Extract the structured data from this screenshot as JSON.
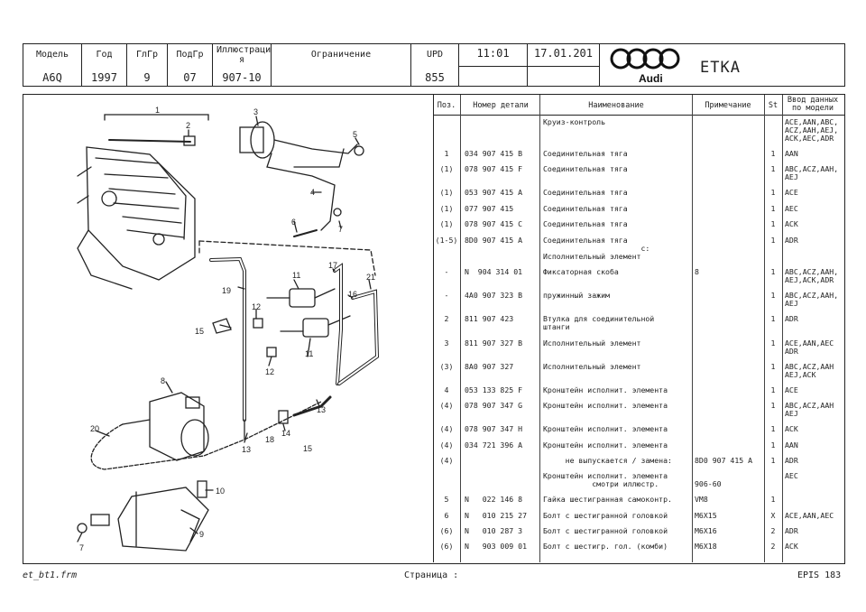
{
  "header": {
    "model_label": "Модель",
    "model_value": "A6Q",
    "year_label": "Год",
    "year_value": "1997",
    "glgr_label": "ГлГр",
    "glgr_value": "9",
    "podgr_label": "ПодГр",
    "podgr_value": "07",
    "illus_label": "Иллюстраци я",
    "illus_value": "907-10",
    "restr_label": "Ограничение",
    "restr_value": "",
    "upd_label": "UPD",
    "upd_value": "855",
    "time": "11:01",
    "date": "17.01.201",
    "logo_text": "Audi",
    "app_name": "ETKA"
  },
  "table": {
    "headers": {
      "pos": "Поз.",
      "part": "Номер детали",
      "name": "Наименование",
      "note": "Примечание",
      "st": "St",
      "models": "Ввод данных по модели"
    },
    "rows": [
      {
        "pos": "",
        "part": "",
        "name": "Круиз-контроль",
        "note": "",
        "st": "",
        "models": "ACE,AAN,ABC,\nACZ,AAH,AEJ,\nACK,AEC,ADR"
      },
      {
        "pos": "1",
        "part": "034 907 415 B",
        "name": "Соединительная тяга",
        "note": "",
        "st": "1",
        "models": "AAN"
      },
      {
        "pos": "(1)",
        "part": "078 907 415 F",
        "name": "Соединительная тяга",
        "note": "",
        "st": "1",
        "models": "ABC,ACZ,AAH,\nAEJ"
      },
      {
        "pos": "(1)",
        "part": "053 907 415 A",
        "name": "Соединительная тяга",
        "note": "",
        "st": "1",
        "models": "ACE"
      },
      {
        "pos": "(1)",
        "part": "077 907 415",
        "name": "Соединительная тяга",
        "note": "",
        "st": "1",
        "models": "AEC"
      },
      {
        "pos": "(1)",
        "part": "078 907 415 C",
        "name": "Соединительная тяга",
        "note": "",
        "st": "1",
        "models": "ACK"
      },
      {
        "pos": "(1-5)",
        "part": "8D0 907 415 A",
        "name": "Соединительная тяга\n                      c:\nИсполнительный элемент",
        "note": "",
        "st": "1",
        "models": "ADR"
      },
      {
        "pos": "-",
        "part": "N  904 314 01",
        "name": "Фиксаторная скоба",
        "note": "8",
        "st": "1",
        "models": "ABC,ACZ,AAH,\nAEJ,ACK,ADR"
      },
      {
        "pos": "-",
        "part": "4A0 907 323 B",
        "name": "пружинный зажим",
        "note": "",
        "st": "1",
        "models": "ABC,ACZ,AAH,\nAEJ"
      },
      {
        "pos": "2",
        "part": "811 907 423",
        "name": "Втулка для соединительной\nштанги",
        "note": "",
        "st": "1",
        "models": "ADR"
      },
      {
        "pos": "3",
        "part": "811 907 327 B",
        "name": "Исполнительный элемент",
        "note": "",
        "st": "1",
        "models": "ACE,AAN,AEC\nADR"
      },
      {
        "pos": "(3)",
        "part": "8A0 907 327",
        "name": "Исполнительный элемент",
        "note": "",
        "st": "1",
        "models": "ABC,ACZ,AAH\nAEJ,ACK"
      },
      {
        "pos": "4",
        "part": "053 133 825 F",
        "name": "Кронштейн исполнит. элемента",
        "note": "",
        "st": "1",
        "models": "ACE"
      },
      {
        "pos": "(4)",
        "part": "078 907 347 G",
        "name": "Кронштейн исполнит. элемента",
        "note": "",
        "st": "1",
        "models": "ABC,ACZ,AAH\nAEJ"
      },
      {
        "pos": "(4)",
        "part": "078 907 347 H",
        "name": "Кронштейн исполнит. элемента",
        "note": "",
        "st": "1",
        "models": "ACK"
      },
      {
        "pos": "(4)",
        "part": "034 721 396 A",
        "name": "Кронштейн исполнит. элемента",
        "note": "",
        "st": "1",
        "models": "AAN"
      },
      {
        "pos": "(4)",
        "part": "",
        "name": "     не выпускается / замена:",
        "note": "8D0 907 415 A",
        "st": "1",
        "models": "ADR"
      },
      {
        "pos": "",
        "part": "",
        "name": "Кронштейн исполнит. элемента\n           смотри иллюстр.",
        "note": "\n906-60",
        "st": "",
        "models": "AEC"
      },
      {
        "pos": "5",
        "part": "N   022 146 8",
        "name": "Гайка шестигранная самоконтр.",
        "note": "VM8",
        "st": "1",
        "models": ""
      },
      {
        "pos": "6",
        "part": "N   010 215 27",
        "name": "Болт с шестигранной головкой",
        "note": "M6X15",
        "st": "X",
        "models": "ACE,AAN,AEC"
      },
      {
        "pos": "(6)",
        "part": "N   010 287 3",
        "name": "Болт с шестигранной головкой",
        "note": "M6X16",
        "st": "2",
        "models": "ADR"
      },
      {
        "pos": "(6)",
        "part": "N   903 009 01",
        "name": "Болт с шестигр. гол. (комби)",
        "note": "M6X18",
        "st": "2",
        "models": "ACK"
      }
    ]
  },
  "illustration": {
    "callouts": [
      "1",
      "2",
      "3",
      "4",
      "5",
      "6",
      "7",
      "8",
      "9",
      "10",
      "11",
      "12",
      "13",
      "14",
      "15",
      "16",
      "17",
      "18",
      "19",
      "20",
      "21"
    ]
  },
  "footer": {
    "left": "et_bt1.frm",
    "center": "Страница :",
    "right": "EPIS 183"
  }
}
